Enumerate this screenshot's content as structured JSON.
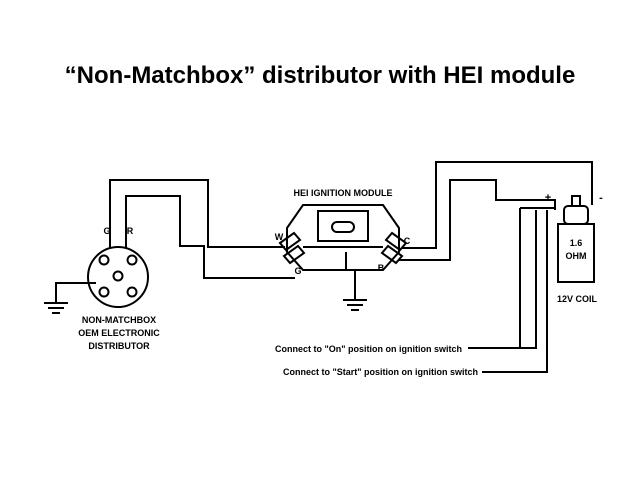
{
  "title": "“Non-Matchbox” distributor with HEI module",
  "distributor": {
    "pin_g": "G",
    "pin_r": "R",
    "label_lines": [
      "NON-MATCHBOX",
      "OEM ELECTRONIC",
      "DISTRIBUTOR"
    ]
  },
  "module": {
    "label": "HEI IGNITION MODULE",
    "pin_w": "W",
    "pin_g": "G",
    "pin_c": "C",
    "pin_b": "B"
  },
  "coil": {
    "plus": "+",
    "minus": "-",
    "resistance": "1.6",
    "unit": "OHM",
    "label": "12V COIL"
  },
  "notes": {
    "on": "Connect to \"On\" position on ignition switch",
    "start": "Connect to \"Start\" position on ignition switch"
  },
  "colors": {
    "line": "#000000",
    "background": "#ffffff"
  }
}
